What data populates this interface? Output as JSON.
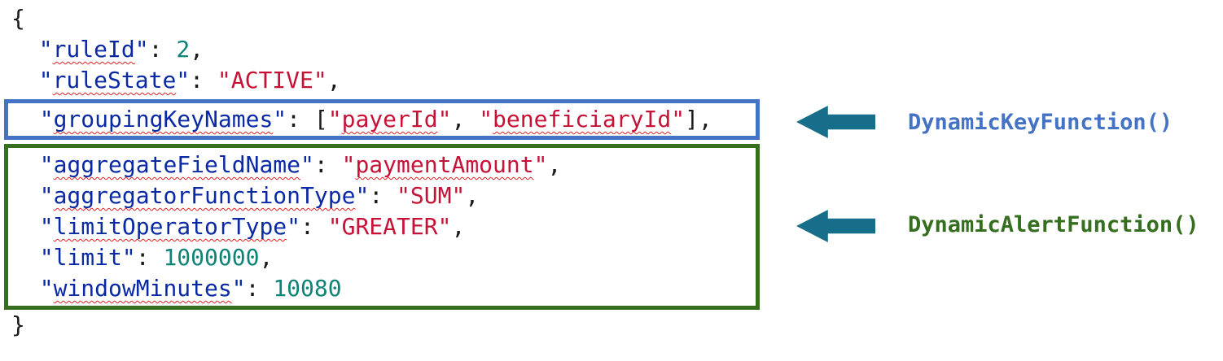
{
  "code": {
    "intro_lines": [
      {
        "tokens": [
          {
            "type": "punct",
            "text": "{"
          }
        ]
      },
      {
        "tokens": [
          {
            "type": "punct",
            "text": "  "
          },
          {
            "type": "key",
            "text": "\"ruleId\"",
            "squiggle": true
          },
          {
            "type": "punct",
            "text": ": "
          },
          {
            "type": "number",
            "text": "2"
          },
          {
            "type": "punct",
            "text": ","
          }
        ]
      },
      {
        "tokens": [
          {
            "type": "punct",
            "text": "  "
          },
          {
            "type": "key",
            "text": "\"ruleState\"",
            "squiggle": true
          },
          {
            "type": "punct",
            "text": ": "
          },
          {
            "type": "string",
            "text": "\"ACTIVE\""
          },
          {
            "type": "punct",
            "text": ","
          }
        ]
      }
    ],
    "key_lines": [
      {
        "tokens": [
          {
            "type": "punct",
            "text": "  "
          },
          {
            "type": "key",
            "text": "\"groupingKeyNames\"",
            "squiggle": true
          },
          {
            "type": "punct",
            "text": ": ["
          },
          {
            "type": "string",
            "text": "\"payerId\"",
            "squiggle": true
          },
          {
            "type": "punct",
            "text": ", "
          },
          {
            "type": "string",
            "text": "\"beneficiaryId\"",
            "squiggle": true
          },
          {
            "type": "punct",
            "text": "],"
          }
        ]
      }
    ],
    "alert_lines": [
      {
        "tokens": [
          {
            "type": "punct",
            "text": "  "
          },
          {
            "type": "key",
            "text": "\"aggregateFieldName\"",
            "squiggle": true
          },
          {
            "type": "punct",
            "text": ": "
          },
          {
            "type": "string",
            "text": "\"paymentAmount\"",
            "squiggle": true
          },
          {
            "type": "punct",
            "text": ","
          }
        ]
      },
      {
        "tokens": [
          {
            "type": "punct",
            "text": "  "
          },
          {
            "type": "key",
            "text": "\"aggregatorFunctionType\"",
            "squiggle": true
          },
          {
            "type": "punct",
            "text": ": "
          },
          {
            "type": "string",
            "text": "\"SUM\""
          },
          {
            "type": "punct",
            "text": ","
          }
        ]
      },
      {
        "tokens": [
          {
            "type": "punct",
            "text": "  "
          },
          {
            "type": "key",
            "text": "\"limitOperatorType\"",
            "squiggle": true
          },
          {
            "type": "punct",
            "text": ": "
          },
          {
            "type": "string",
            "text": "\"GREATER\""
          },
          {
            "type": "punct",
            "text": ","
          }
        ]
      },
      {
        "tokens": [
          {
            "type": "punct",
            "text": "  "
          },
          {
            "type": "key",
            "text": "\"limit\""
          },
          {
            "type": "punct",
            "text": ": "
          },
          {
            "type": "number",
            "text": "1000000"
          },
          {
            "type": "punct",
            "text": ","
          }
        ]
      },
      {
        "tokens": [
          {
            "type": "punct",
            "text": "  "
          },
          {
            "type": "key",
            "text": "\"windowMinutes\"",
            "squiggle": true
          },
          {
            "type": "punct",
            "text": ": "
          },
          {
            "type": "number",
            "text": "10080"
          }
        ]
      }
    ],
    "closing_lines": [
      {
        "tokens": [
          {
            "type": "punct",
            "text": "}"
          }
        ]
      }
    ]
  },
  "annotations": {
    "key_function": {
      "label": "DynamicKeyFunction()"
    },
    "alert_function": {
      "label": "DynamicAlertFunction()"
    }
  },
  "colors": {
    "key_box": "#4472C4",
    "alert_box": "#356E1F",
    "arrow": "#166E8B",
    "json_key": "#0A2AA5",
    "json_string": "#C51236",
    "json_number": "#0E8476",
    "json_punct": "#1A1A1A",
    "squiggle": "#E02020",
    "background": "#FFFFFF"
  }
}
